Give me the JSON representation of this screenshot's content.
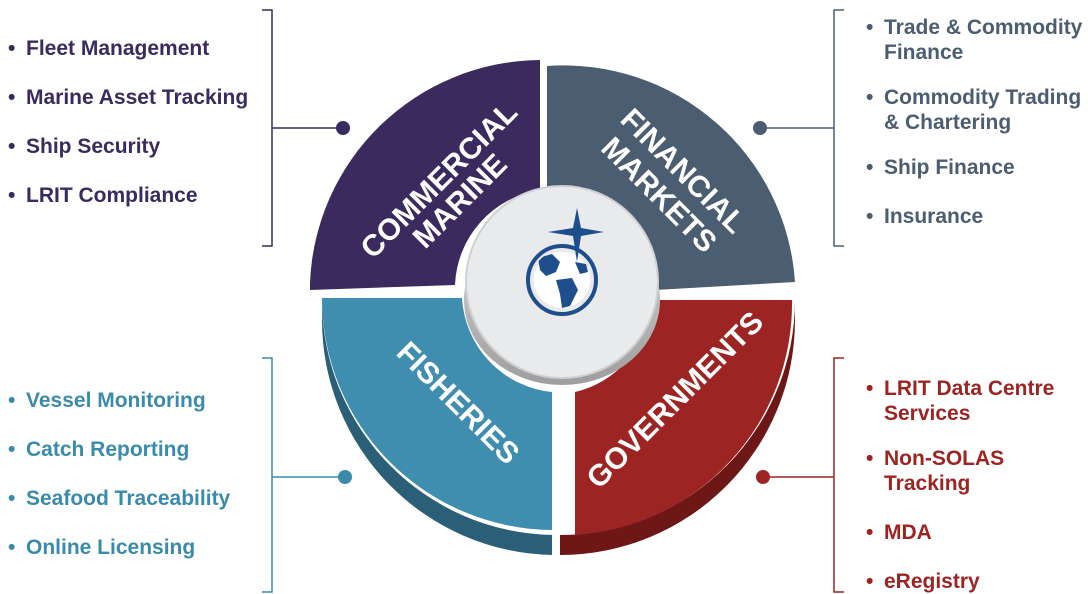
{
  "segments": {
    "commercial_marine": {
      "line1": "COMMERCIAL",
      "line2": "MARINE",
      "color": "#3a2a5e",
      "items": [
        "Fleet Management",
        "Marine Asset Tracking",
        "Ship Security",
        "LRIT Compliance"
      ]
    },
    "financial_markets": {
      "line1": "FINANCIAL",
      "line2": "MARKETS",
      "color": "#4b5d71",
      "items": [
        "Trade & Commodity Finance",
        "Commodity Trading & Chartering",
        "Ship Finance",
        "Insurance"
      ]
    },
    "fisheries": {
      "line1": "FISHERIES",
      "color": "#3f8eb0",
      "items": [
        "Vessel Monitoring",
        "Catch Reporting",
        "Seafood Traceability",
        "Online Licensing"
      ]
    },
    "governments": {
      "line1": "GOVERNMENTS",
      "color": "#9c2523",
      "items": [
        "LRIT Data Centre Services",
        "Non-SOLAS Tracking",
        "MDA",
        "eRegistry"
      ]
    }
  },
  "center": {
    "icon": "globe-star-icon"
  }
}
